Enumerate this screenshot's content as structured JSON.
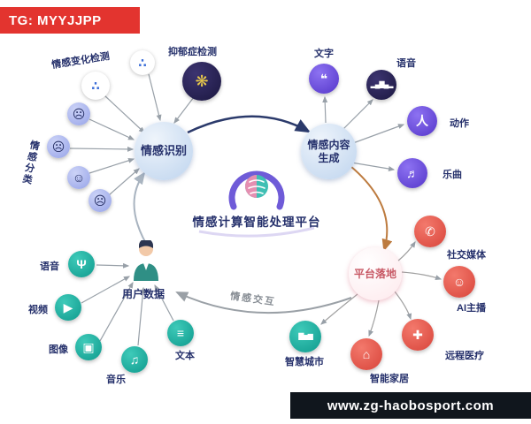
{
  "watermarks": {
    "tg_badge": "TG: MYYJJPP",
    "site_bar": "www.zg-haobosport.com"
  },
  "center": {
    "title": "情感计算智能处理平台"
  },
  "hubs": {
    "recognition": {
      "label": "情感识别"
    },
    "generation": {
      "label_line1": "情感内容",
      "label_line2": "生成"
    },
    "landing": {
      "label": "平台落地"
    },
    "user_data": {
      "label": "用户数据"
    }
  },
  "flow": {
    "interaction_label": "情感交互"
  },
  "recognition_branch": {
    "change_detection_label": "情感变化检测",
    "depression_label": "抑郁症检测",
    "classification_label": "情感分类"
  },
  "generation_branch": {
    "text": "文字",
    "voice": "语音",
    "motion": "动作",
    "music": "乐曲"
  },
  "landing_branch": {
    "social_media": "社交媒体",
    "ai_anchor": "AI主播",
    "telemedicine": "远程医疗",
    "smart_home": "智能家居",
    "smart_city": "智慧城市"
  },
  "user_branch": {
    "voice": "语音",
    "video": "视频",
    "image": "图像",
    "music": "音乐",
    "text": "文本"
  },
  "icons": {
    "scatter_a": "∴",
    "scatter_b": "∴",
    "brain": "❋",
    "face_angry": "☹",
    "face_sad": "☹",
    "face_neutral": "☺",
    "face_mad": "☹",
    "chat": "❝",
    "waveform": "▂▄▇▄▂",
    "dancer": "人",
    "equalizer": "♬",
    "tablet": "✆",
    "people": "☺",
    "medical": "✚",
    "home": "⌂",
    "city": "▇▅▆",
    "mic": "Ψ",
    "video": "▶",
    "image": "▣",
    "music_note": "♫",
    "scroll": "≡"
  },
  "colors": {
    "badge_red": "#e3342f",
    "footer_dark": "#10161d",
    "navy_text": "#25306b",
    "teal": "#14b0a2",
    "purple": "#6e57e0",
    "coral": "#e85c50",
    "hub_blue": "#cfe0f4",
    "arc_navy": "#2b3a6b",
    "arc_orange": "#bd7b3f",
    "arc_gray": "#9aa0a6"
  }
}
